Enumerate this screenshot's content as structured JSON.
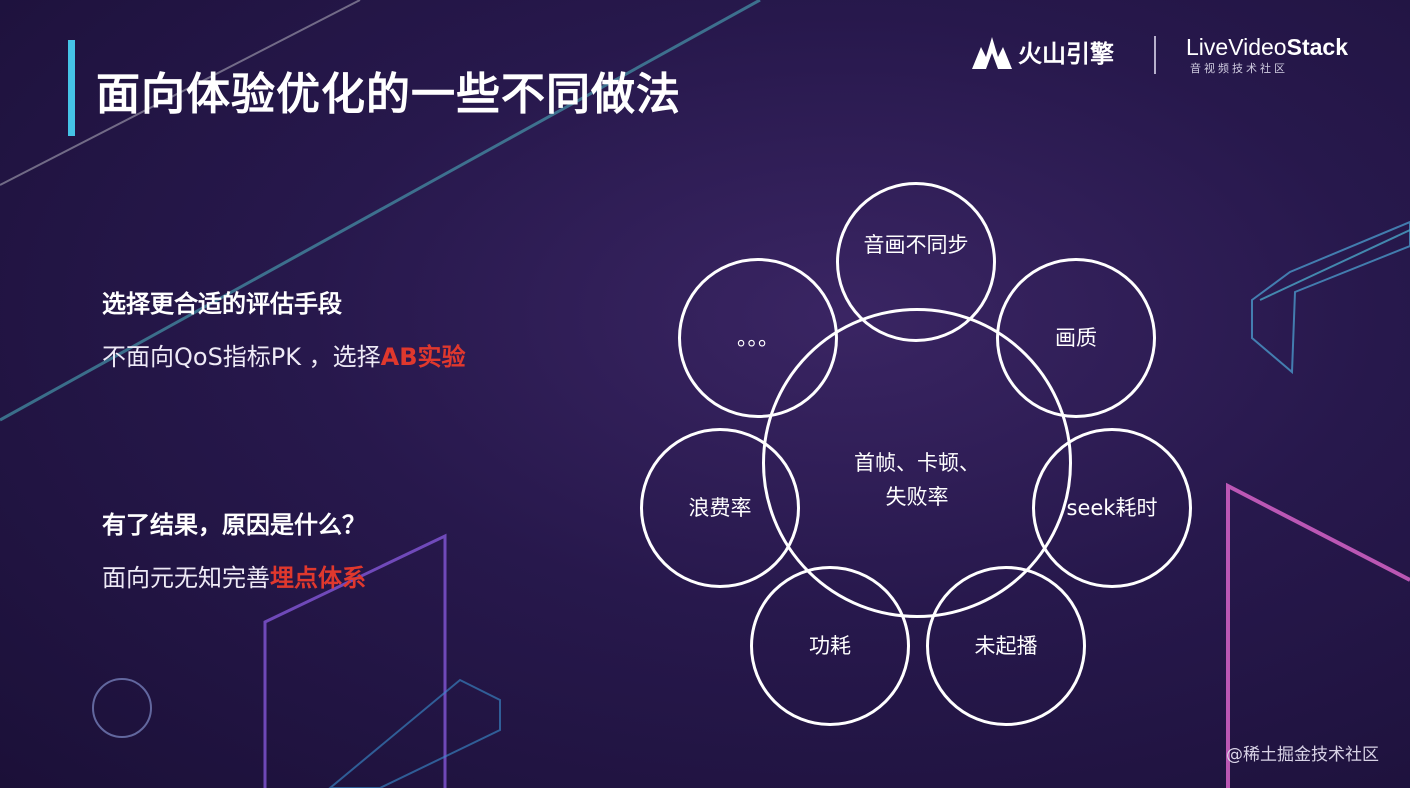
{
  "title": "面向体验优化的一些不同做法",
  "brand": {
    "volcano": "火山引擎",
    "livevideostack_prefix": "LiveVideo",
    "livevideostack_suffix": "Stack",
    "livevideostack_sub": "音视频技术社区"
  },
  "section1": {
    "heading": "选择更合适的评估手段",
    "line_prefix": "不面向QoS指标PK ，选择",
    "line_highlight": "AB实验"
  },
  "section2": {
    "heading": "有了结果，原因是什么？",
    "line_prefix": "面向元无知完善",
    "line_highlight": "埋点体系"
  },
  "diagram": {
    "center": "首帧、卡顿、失败率",
    "satellites": [
      "音画不同步",
      "画质",
      "seek耗时",
      "未起播",
      "功耗",
      "浪费率",
      "。。。"
    ]
  },
  "watermark": "@稀土掘金技术社区",
  "colors": {
    "accent_bar": "#45c3e6",
    "highlight": "#e0382d",
    "background": "#27184c"
  }
}
